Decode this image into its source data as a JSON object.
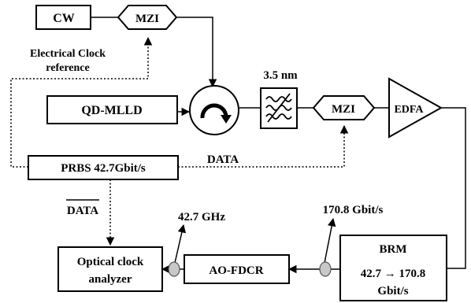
{
  "components": {
    "cw": "CW",
    "mzi_top": "MZI",
    "qd_mlld": "QD-MLLD",
    "filter_bandwidth": "3.5 nm",
    "mzi_mid": "MZI",
    "edfa": "EDFA",
    "prbs": "PRBS 42.7Gbit/s",
    "optical_clock_analyzer_line1": "Optical clock",
    "optical_clock_analyzer_line2": "analyzer",
    "ao_fdcr": "AO-FDCR",
    "brm_title": "BRM",
    "brm_line1": "42.7 → 170.8",
    "brm_line2": "Gbit/s"
  },
  "labels": {
    "electrical_clock_line1": "Electrical Clock",
    "electrical_clock_line2": "reference",
    "data": "DATA",
    "data_bar": "DATA",
    "tap_42": "42.7 GHz",
    "tap_170": "170.8 Gbit/s"
  }
}
